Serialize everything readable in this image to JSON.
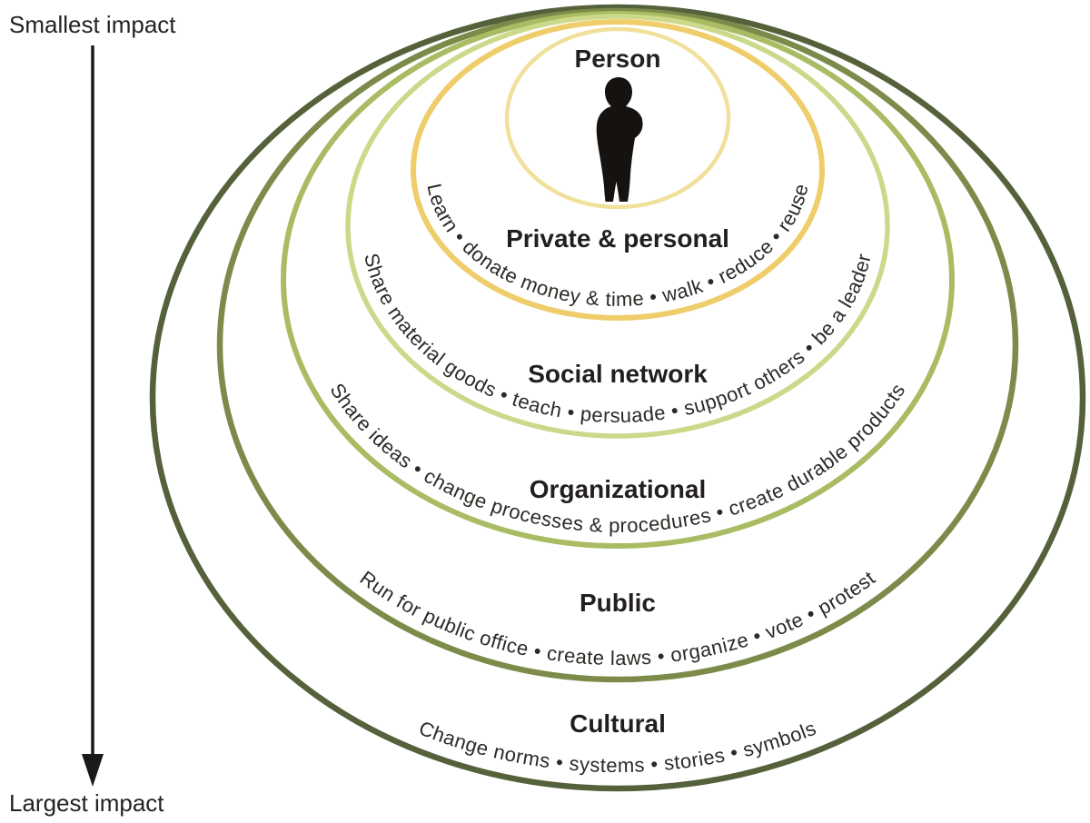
{
  "axis": {
    "top_label": "Smallest impact",
    "bottom_label": "Largest impact",
    "arrow_color": "#1a1a1a"
  },
  "center_figure": {
    "icon": "person-silhouette-icon",
    "color": "#161210"
  },
  "rings": [
    {
      "label": "Person",
      "actions": "",
      "color": "#f1e09c"
    },
    {
      "label": "Private & personal",
      "actions": "Learn • donate money & time • walk • reduce • reuse",
      "color": "#eecd6a"
    },
    {
      "label": "Social network",
      "actions": "Share material goods • teach • persuade • support others • be a leader",
      "color": "#ccd98b"
    },
    {
      "label": "Organizational",
      "actions": "Share ideas • change processes & procedures • create durable products",
      "color": "#a9bc63"
    },
    {
      "label": "Public",
      "actions": "Run for public office • create laws • organize • vote • protest",
      "color": "#7d8b4a"
    },
    {
      "label": "Cultural",
      "actions": "Change norms • systems • stories • symbols",
      "color": "#55613a"
    }
  ]
}
